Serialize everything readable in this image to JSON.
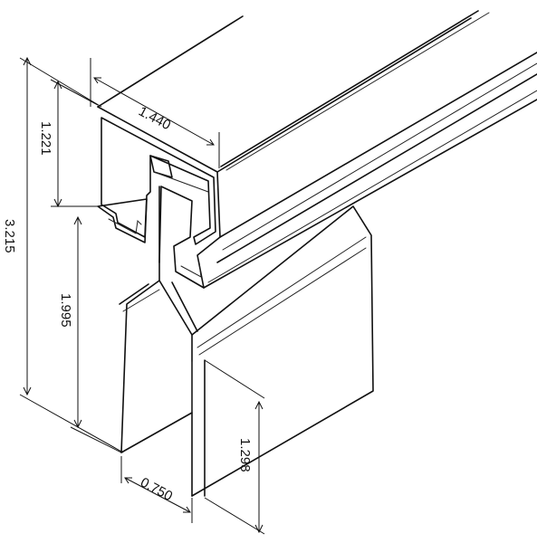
{
  "diagram": {
    "dimensions": {
      "track_width": "1.440",
      "track_height": "1.221",
      "overall_height": "3.215",
      "bracket_height": "1.995",
      "bracket_width": "0.750",
      "flange_height": "1.298"
    },
    "colors": {
      "line": "#111111",
      "background": "#ffffff"
    }
  }
}
